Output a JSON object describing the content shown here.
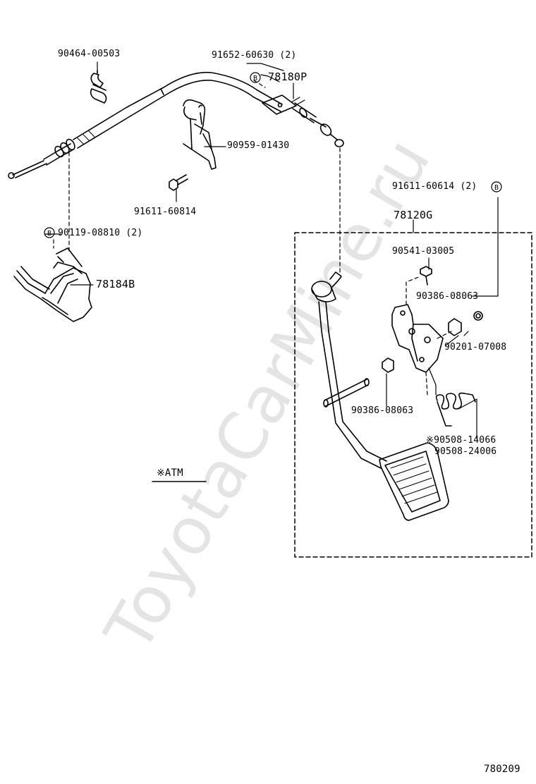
{
  "watermark": "ToyotaCarMine.ru",
  "diagram_code": "780209",
  "note_atm": "※ATM",
  "bolt_symbol": "B",
  "parts": {
    "p90464": "90464-00503",
    "p91652": "91652-60630 (2)",
    "p78180P": "78180P",
    "p90959": "90959-01430",
    "p91611_60814": "91611-60814",
    "p90119": "90119-08810 (2)",
    "p78184B": "78184B",
    "p91611_60614": "91611-60614 (2)",
    "p78120G": "78120G",
    "p90541": "90541-03005",
    "p90386_top": "90386-08063",
    "p90201": "90201-07008",
    "p90386_bottom": "90386-08063",
    "p90508_14066": "※90508-14066",
    "p90508_24006": "90508-24006"
  }
}
